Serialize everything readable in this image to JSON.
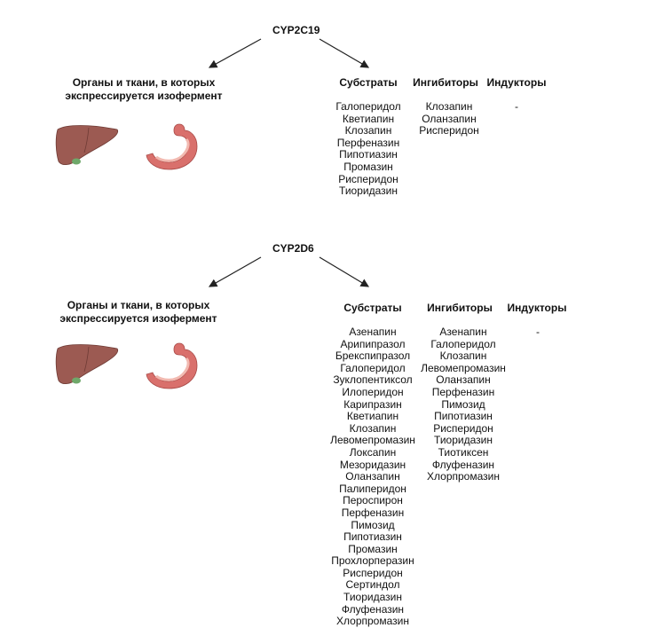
{
  "sections": [
    {
      "title": "CYP2C19",
      "organs_title": "Органы и ткани, в которых экспрессируется изофермент",
      "organ_icons": [
        "liver-icon",
        "stomach-icon"
      ],
      "columns": [
        {
          "header": "Субстраты",
          "items": [
            "Галоперидол",
            "Кветиапин",
            "Клозапин",
            "Перфеназин",
            "Пипотиазин",
            "Промазин",
            "Рисперидон",
            "Тиоридазин"
          ]
        },
        {
          "header": "Ингибиторы",
          "items": [
            "Клозапин",
            "Оланзапин",
            "Рисперидон"
          ]
        },
        {
          "header": "Индукторы",
          "items": [
            "-"
          ]
        }
      ]
    },
    {
      "title": "CYP2D6",
      "organs_title": "Органы и ткани, в которых экспрессируется изофермент",
      "organ_icons": [
        "liver-icon",
        "stomach-icon"
      ],
      "columns": [
        {
          "header": "Субстраты",
          "items": [
            "Азенапин",
            "Арипипразол",
            "Брекспипразол",
            "Галоперидол",
            "Зуклопентиксол",
            "Илоперидон",
            "Карипразин",
            "Кветиапин",
            "Клозапин",
            "Левомепромазин",
            "Локсапин",
            "Мезоридазин",
            "Оланзапин",
            "Палиперидон",
            "Пероспирон",
            "Перфеназин",
            "Пимозид",
            "Пипотиазин",
            "Промазин",
            "Прохлорперазин",
            "Рисперидон",
            "Сертиндол",
            "Тиоридазин",
            "Флуфеназин",
            "Хлорпромазин"
          ]
        },
        {
          "header": "Ингибиторы",
          "items": [
            "Азенапин",
            "Галоперидол",
            "Клозапин",
            "Левомепромазин",
            "Оланзапин",
            "Перфеназин",
            "Пимозид",
            "Пипотиазин",
            "Рисперидон",
            "Тиоридазин",
            "Тиотиксен",
            "Флуфеназин",
            "Хлорпромазин"
          ]
        },
        {
          "header": "Индукторы",
          "items": [
            "-"
          ]
        }
      ]
    }
  ],
  "colors": {
    "liver": "#9c5a52",
    "liver_edge": "#6e3a34",
    "gallbladder": "#6fa86a",
    "stomach": "#d9706c",
    "stomach_inner": "#f2b9b0"
  }
}
